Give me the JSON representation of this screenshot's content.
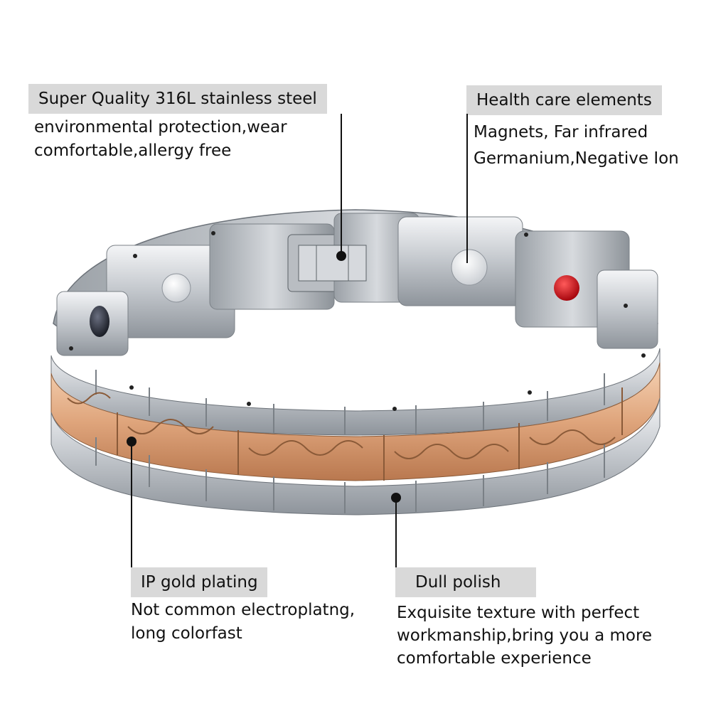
{
  "callouts": {
    "steel": {
      "title": "Super Quality 316L stainless steel",
      "lines": [
        "environmental protection,wear",
        "comfortable,allergy free"
      ]
    },
    "health": {
      "title": "Health care elements",
      "lines": [
        "Magnets, Far infrared",
        "Germanium,Negative Ion"
      ]
    },
    "gold": {
      "title": "IP gold plating",
      "lines": [
        "Not common electroplatng,",
        "long colorfast"
      ]
    },
    "polish": {
      "title": "Dull polish",
      "lines": [
        "Exquisite texture with perfect",
        "workmanship,bring you a more",
        "comfortable experience"
      ]
    }
  },
  "colors": {
    "label_bg": "#d9d9d9",
    "steel": "#c8ccd1",
    "gold": "#e6b48f",
    "red_stone": "#d8101a"
  }
}
